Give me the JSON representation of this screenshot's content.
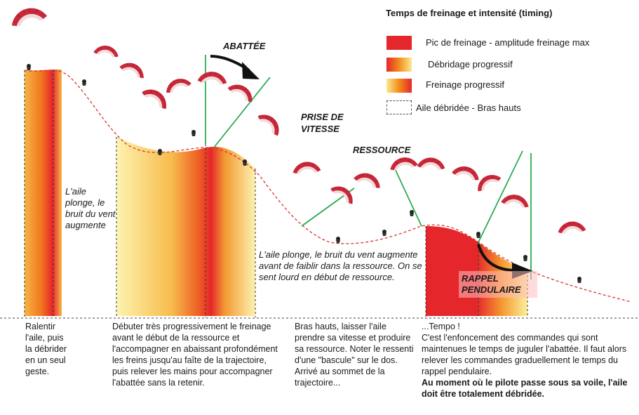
{
  "legend": {
    "title": "Temps de freinage et intensité (timing)",
    "items": [
      {
        "label": "Pic de freinage - amplitude freinage max",
        "style": "solid-red"
      },
      {
        "label": "Débridage progressif",
        "style": "red-to-yellow"
      },
      {
        "label": "Freinage progressif",
        "style": "yellow-to-red"
      },
      {
        "label": "Aile débridée - Bras hauts",
        "style": "blank"
      }
    ]
  },
  "phases": {
    "abattee": "ABATTÉE",
    "prise_de_vitesse": "PRISE DE VITESSE",
    "ressource": "RESSOURCE",
    "rappel_pendulaire": "RAPPEL PENDULAIRE"
  },
  "notes": {
    "plonge_short": "L'aile plonge, le bruit du vent augmente",
    "plonge_long": "L'aile plonge, le bruit du vent augmente avant de faiblir dans la ressource. On se sent lourd en début de ressource."
  },
  "bottom": {
    "col1": "Ralentir l'aile, puis la débrider en un seul geste.",
    "col2": "Débuter très progressivement le freinage avant le début de la ressource et l'accompagner en abaissant profondément les freins jusqu'au faîte de la trajectoire, puis relever les mains pour accompagner l'abattée sans la retenir.",
    "col3": "Bras hauts, laisser l'aile prendre sa vitesse et produire sa ressource. Noter le ressenti d'une \"bascule\" sur le dos. Arrivé au sommet de la trajectoire...",
    "col4_intro": "...Tempo !",
    "col4_text": "C'est l'enfoncement des commandes qui sont maintenues le temps de juguler l'abattée. Il faut alors relever les commandes graduellement le temps du rappel pendulaire.",
    "col4_bold": "Au moment où le pilote passe sous sa voile, l'aile doit être totalement débridée."
  },
  "colors": {
    "red": "#e5262b",
    "orange": "#f28c1c",
    "yellow": "#fbea8e",
    "trajectory": "#d8352d",
    "green": "#22a84a",
    "wing_red": "#c8283a",
    "wing_light": "#f3dada"
  }
}
